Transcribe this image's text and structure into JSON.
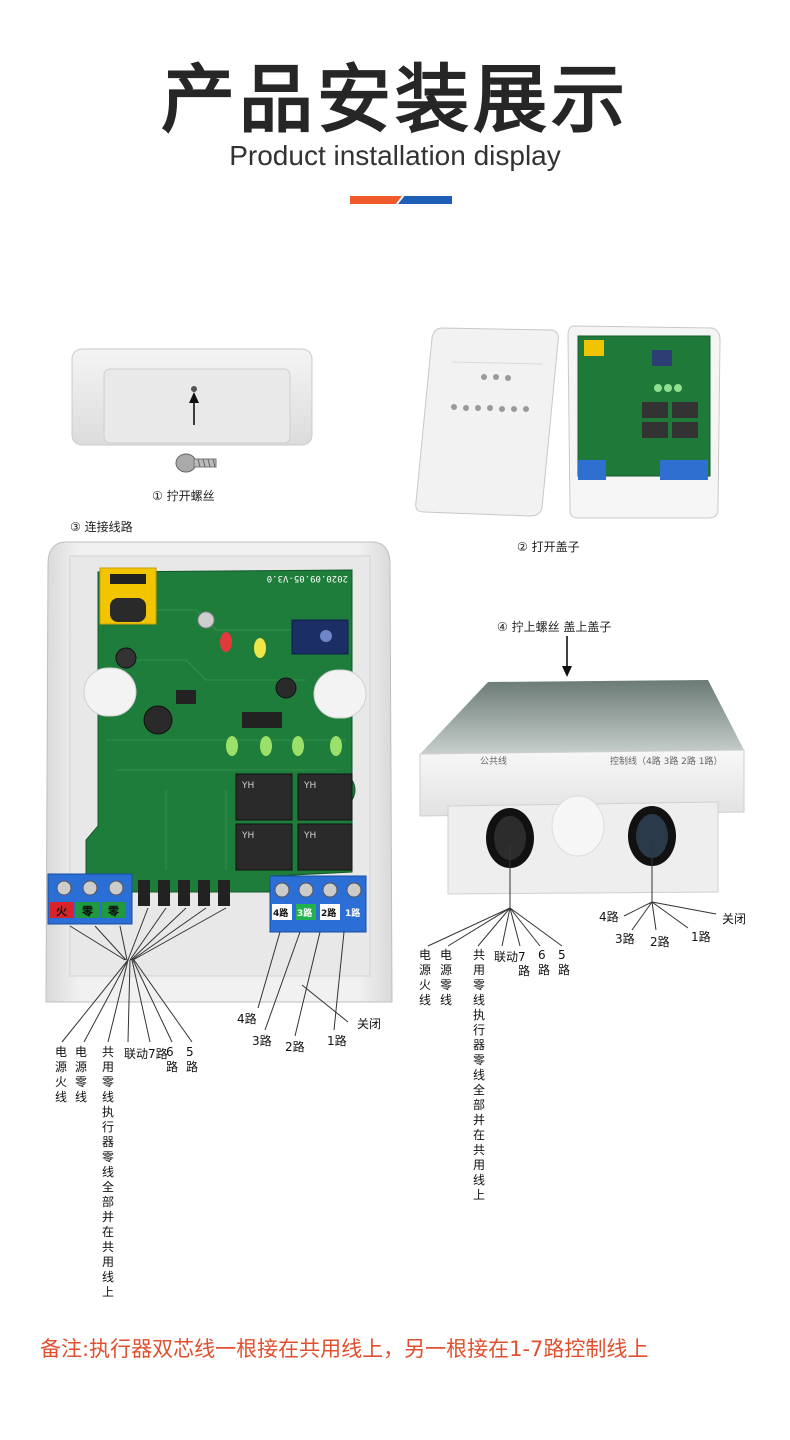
{
  "title": {
    "cn": "产品安装展示",
    "en": "Product installation display"
  },
  "accent_colors": {
    "left": "#ee5a2a",
    "right": "#1f5fb8"
  },
  "steps": {
    "s1": "① 拧开螺丝",
    "s2": "② 打开盖子",
    "s3": "③ 连接线路",
    "s4": "④ 拧上螺丝 盖上盖子"
  },
  "board": {
    "terminal_left": [
      "火",
      "零",
      "零"
    ],
    "terminal_right": [
      "4路",
      "3路",
      "2路",
      "1路"
    ],
    "board_code": "2020.09.05-V3.0",
    "relay_text": "YH"
  },
  "enclosure_label": "控制线（4路 3路 2路 1路）",
  "enclosure_small_label": "公共线",
  "left_labels": {
    "live": "电源火线",
    "neutral": "电源零线",
    "common": "共用零线执行器零线全部并在共用线上",
    "link7": "联动7路",
    "ch6": "6路",
    "ch5": "5路",
    "ch4": "4路",
    "ch3": "3路",
    "ch2": "2路",
    "ch1": "1路",
    "close": "关闭"
  },
  "right_labels": {
    "live": "电源火线",
    "neutral": "电源零线",
    "common": "共用零线执行器零线全部并在共用线上",
    "link7": "联动7",
    "link7b": "路",
    "ch6": "6路",
    "ch5": "5路",
    "ch4": "4路",
    "ch3": "3路",
    "ch2": "2路",
    "ch1": "1路",
    "close": "关闭"
  },
  "note": "备注:执行器双芯线一根接在共用线上，另一根接在1-7路控制线上"
}
